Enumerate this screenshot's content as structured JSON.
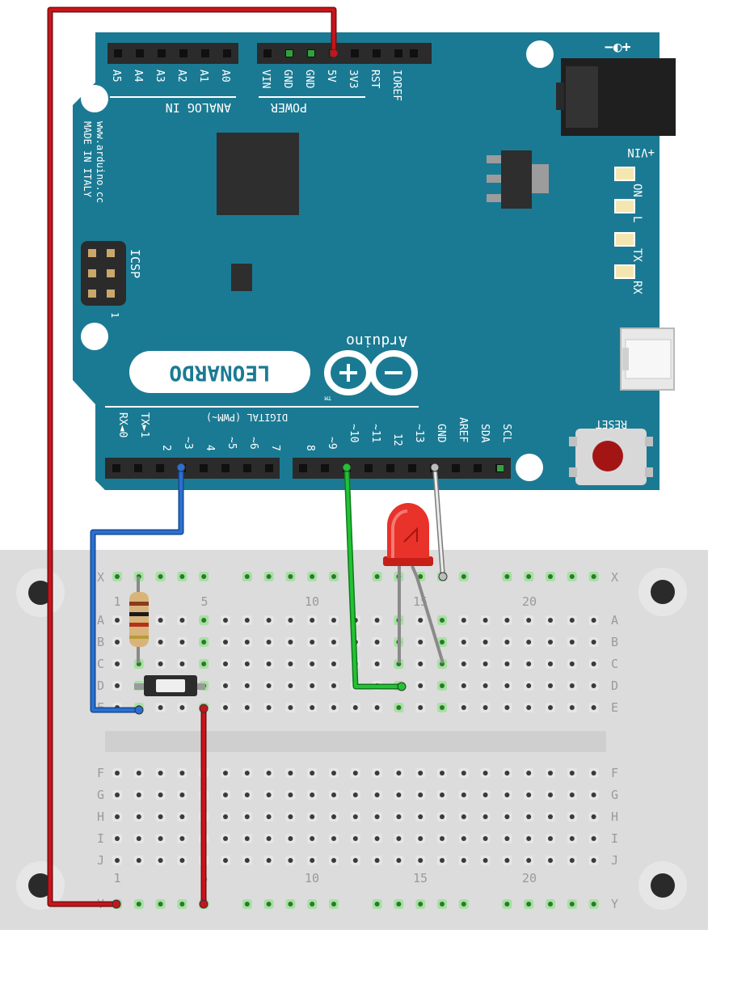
{
  "board": {
    "name": "LEONARDO",
    "brand": "Arduino",
    "trademark": "TM",
    "website": "www.arduino.cc",
    "made_in": "MADE IN ITALY",
    "analog_header_label": "ANALOG IN",
    "power_header_label": "POWER",
    "analog_pins": [
      "A5",
      "A4",
      "A3",
      "A2",
      "A1",
      "A0"
    ],
    "power_pins": [
      "VIN",
      "GND",
      "GND",
      "5V",
      "3V3",
      "RST",
      "IOREF"
    ],
    "digital_pins_left": [
      "RX◄0",
      "TX►1",
      "2",
      "~3",
      "4",
      "~5",
      "~6",
      "7"
    ],
    "digital_pins_right": [
      "8",
      "~9",
      "~10",
      "~11",
      "12",
      "~13",
      "GND",
      "AREF",
      "SDA",
      "SCL"
    ],
    "digital_label": "DIGITAL (PWM~)",
    "icsp_label": "ICSP",
    "icsp_pin1": "1",
    "leds": [
      "ON",
      "L",
      "TX",
      "RX"
    ],
    "power_jack_label": "+VIN",
    "polarity_symbol": "−◐+",
    "reset_label": "RESET",
    "colors": {
      "board": "#1b7a93",
      "header": "#2b2b2b",
      "chip": "#2e2e2e"
    }
  },
  "breadboard": {
    "row_labels_top": [
      "A",
      "B",
      "C",
      "D",
      "E"
    ],
    "row_labels_bottom": [
      "F",
      "G",
      "H",
      "I",
      "J"
    ],
    "rail_top": "X",
    "rail_bottom": "Y",
    "col_numbers_top": [
      "1",
      "5",
      "10",
      "15",
      "20"
    ],
    "col_numbers_bottom": [
      "1",
      "5",
      "10",
      "15",
      "20"
    ],
    "colors": {
      "body": "#dcdcdc",
      "channel": "#cfcfcf",
      "hole": "#3a3a3a"
    }
  },
  "components": {
    "led_color": "#e8322a",
    "resistor_color": "#d9b47a",
    "button_color": "#2c2c2c"
  },
  "wires": {
    "red": "#b3141a",
    "blue": "#2466c2",
    "green": "#1cab2b",
    "gray": "#8a8a8a"
  }
}
